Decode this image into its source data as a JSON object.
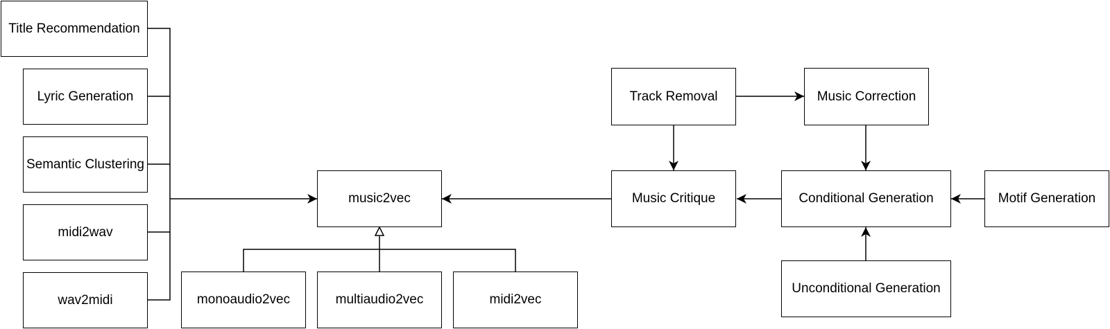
{
  "diagram": {
    "nodes": {
      "title_recommendation": "Title Recommendation",
      "lyric_generation": "Lyric Generation",
      "semantic_clustering": "Semantic Clustering",
      "midi2wav": "midi2wav",
      "wav2midi": "wav2midi",
      "music2vec": "music2vec",
      "monoaudio2vec": "monoaudio2vec",
      "multiaudio2vec": "multiaudio2vec",
      "midi2vec": "midi2vec",
      "track_removal": "Track Removal",
      "music_correction": "Music Correction",
      "music_critique": "Music Critique",
      "conditional_generation": "Conditional Generation",
      "motif_generation": "Motif Generation",
      "unconditional_generation": "Unconditional Generation"
    },
    "edges": [
      {
        "from": "title_recommendation",
        "to": "music2vec",
        "style": "arrow"
      },
      {
        "from": "lyric_generation",
        "to": "music2vec",
        "style": "arrow"
      },
      {
        "from": "semantic_clustering",
        "to": "music2vec",
        "style": "arrow"
      },
      {
        "from": "midi2wav",
        "to": "music2vec",
        "style": "arrow"
      },
      {
        "from": "wav2midi",
        "to": "music2vec",
        "style": "arrow"
      },
      {
        "from": "monoaudio2vec",
        "to": "music2vec",
        "style": "inheritance"
      },
      {
        "from": "multiaudio2vec",
        "to": "music2vec",
        "style": "inheritance"
      },
      {
        "from": "midi2vec",
        "to": "music2vec",
        "style": "inheritance"
      },
      {
        "from": "music_critique",
        "to": "music2vec",
        "style": "arrow"
      },
      {
        "from": "track_removal",
        "to": "music_correction",
        "style": "arrow"
      },
      {
        "from": "track_removal",
        "to": "music_critique",
        "style": "arrow"
      },
      {
        "from": "music_correction",
        "to": "conditional_generation",
        "style": "arrow"
      },
      {
        "from": "conditional_generation",
        "to": "music_critique",
        "style": "arrow"
      },
      {
        "from": "motif_generation",
        "to": "conditional_generation",
        "style": "arrow"
      },
      {
        "from": "unconditional_generation",
        "to": "conditional_generation",
        "style": "arrow"
      }
    ]
  }
}
